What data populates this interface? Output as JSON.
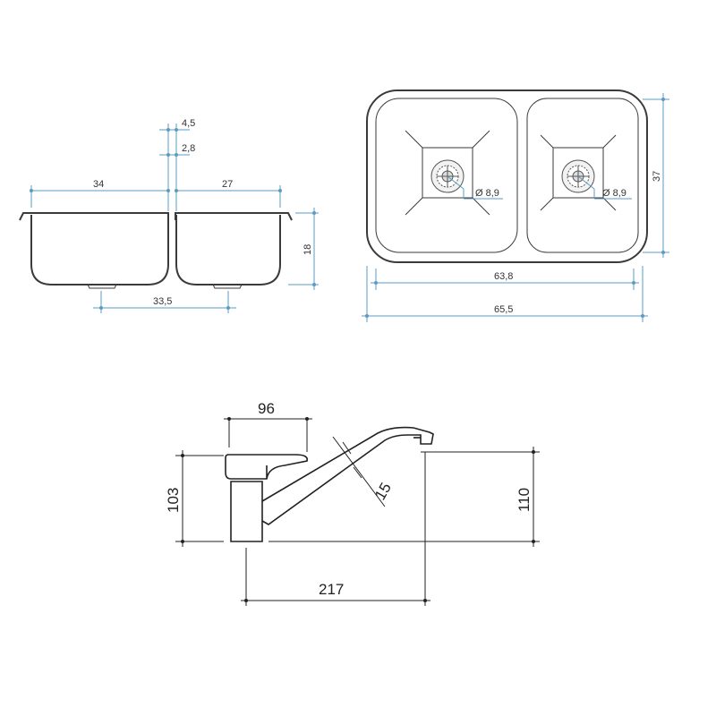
{
  "sink_side_view": {
    "dims": {
      "top_small_1": "4,5",
      "top_small_2": "2,8",
      "left_bowl_width": "34",
      "right_bowl_width": "27",
      "depth": "18",
      "drain_spacing": "33,5"
    }
  },
  "sink_top_view": {
    "dims": {
      "height": "37",
      "inner_width": "63,8",
      "outer_width": "65,5",
      "drain_left": "Ø 8,9",
      "drain_right": "Ø 8,9"
    }
  },
  "faucet": {
    "dims": {
      "base_width": "96",
      "base_height": "103",
      "spout_thickness": "15",
      "spout_height": "110",
      "reach": "217"
    }
  },
  "colors": {
    "dimension_lines": "#5b9bc0",
    "outline": "#3a3a3a"
  }
}
